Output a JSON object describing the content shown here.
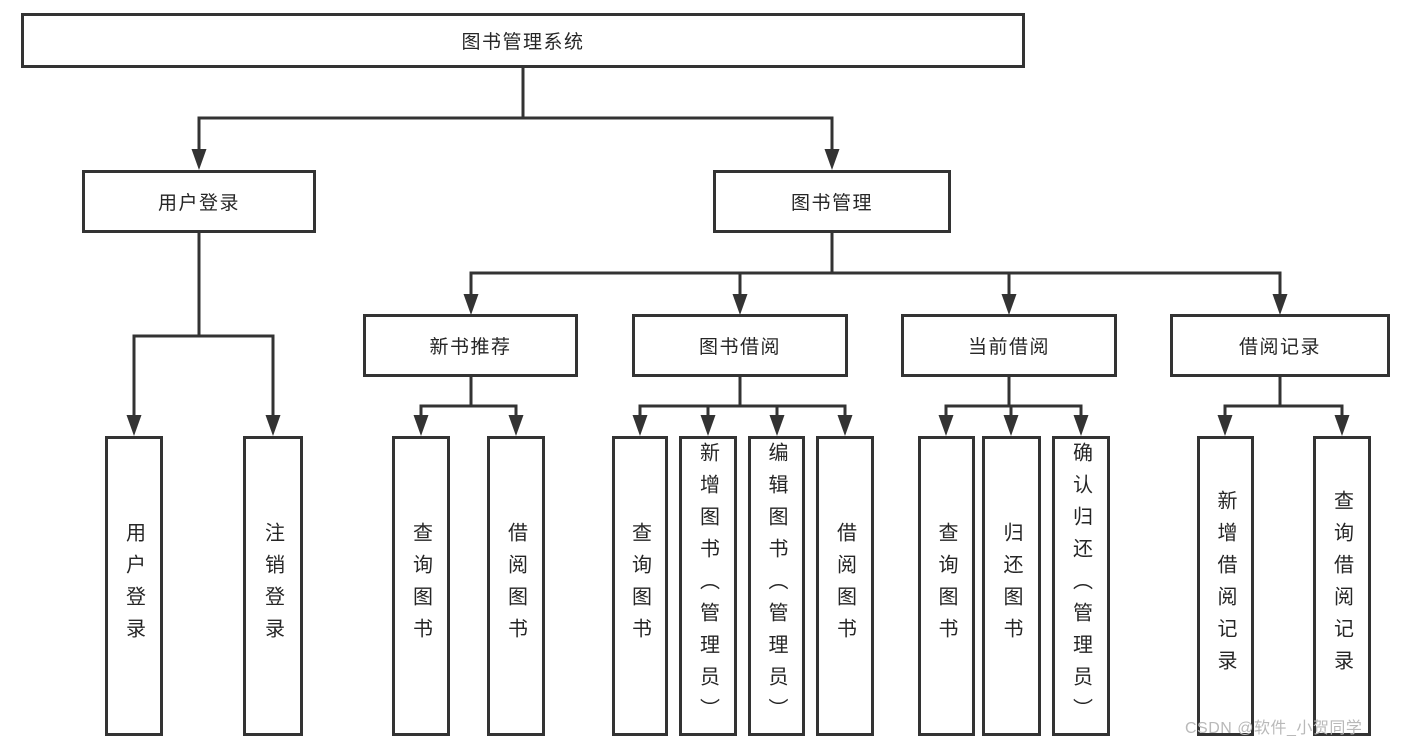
{
  "colors": {
    "line": "#333333",
    "box_border": "#333333",
    "box_background": "#ffffff",
    "text": "#262626",
    "page_background": "#ffffff",
    "watermark": "#b9b9b9"
  },
  "diagram": {
    "root": {
      "label": "图书管理系统"
    },
    "branches": {
      "user_login": {
        "label": "用户登录"
      },
      "book_mgmt": {
        "label": "图书管理"
      },
      "new_book_rec": {
        "label": "新书推荐"
      },
      "book_borrow": {
        "label": "图书借阅"
      },
      "current_borrow": {
        "label": "当前借阅"
      },
      "borrow_records": {
        "label": "借阅记录"
      }
    },
    "leaves": {
      "ul_user_login": {
        "label": "用户登录"
      },
      "ul_logout": {
        "label": "注销登录"
      },
      "nbr_query_book": {
        "label": "查询图书"
      },
      "nbr_borrow_book": {
        "label": "借阅图书"
      },
      "bb_query_book": {
        "label": "查询图书"
      },
      "bb_add_book": {
        "label": "新增图书（管理员）"
      },
      "bb_edit_book": {
        "label": "编辑图书（管理员）"
      },
      "bb_borrow_book": {
        "label": "借阅图书"
      },
      "cb_query_book": {
        "label": "查询图书"
      },
      "cb_return_book": {
        "label": "归还图书"
      },
      "cb_confirm_return": {
        "label": "确认归还（管理员）"
      },
      "br_add_record": {
        "label": "新增借阅记录"
      },
      "br_query_record": {
        "label": "查询借阅记录"
      }
    }
  },
  "watermark": {
    "text": "CSDN @软件_小贺同学"
  }
}
